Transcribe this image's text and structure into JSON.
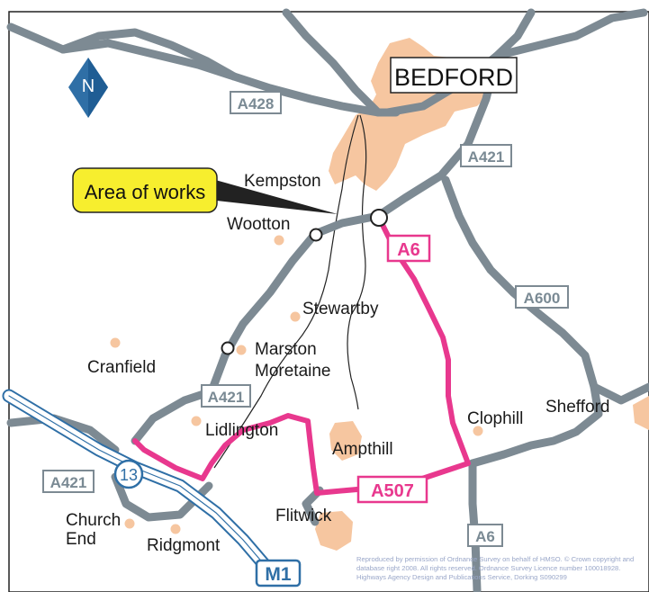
{
  "map": {
    "town_main": "BEDFORD",
    "callout": "Area of works",
    "north": "N",
    "places": {
      "kempston": "Kempston",
      "wootton": "Wootton",
      "stewartby": "Stewartby",
      "marston_1": "Marston",
      "marston_2": "Moretaine",
      "cranfield": "Cranfield",
      "lidlington": "Lidlington",
      "ampthill": "Ampthill",
      "clophill": "Clophill",
      "shefford": "Shefford",
      "flitwick": "Flitwick",
      "church_1": "Church",
      "church_2": "End",
      "ridgmont": "Ridgmont"
    },
    "roads": {
      "a428": "A428",
      "a421_ne": "A421",
      "a421_mid": "A421",
      "a421_w": "A421",
      "a600": "A600",
      "a6_s": "A6",
      "a6_pink": "A6",
      "a507": "A507",
      "m1": "M1",
      "junction": "13"
    },
    "copyright": [
      "Reproduced by permission of Ordnance Survey on behalf of HMSO. © Crown copyright and",
      "database right 2008. All rights reserved. Ordnance Survey Licence number 100018928.",
      "Highways Agency Design and Publications Service, Dorking S090299"
    ],
    "colors": {
      "grey_road": "#7d8a93",
      "pink_route": "#e8388e",
      "town_fill": "#f6c6a0",
      "motorway": "#2f6fa6",
      "callout_fill": "#f7ee2e",
      "north_arrow": "#2f6fa6"
    }
  }
}
